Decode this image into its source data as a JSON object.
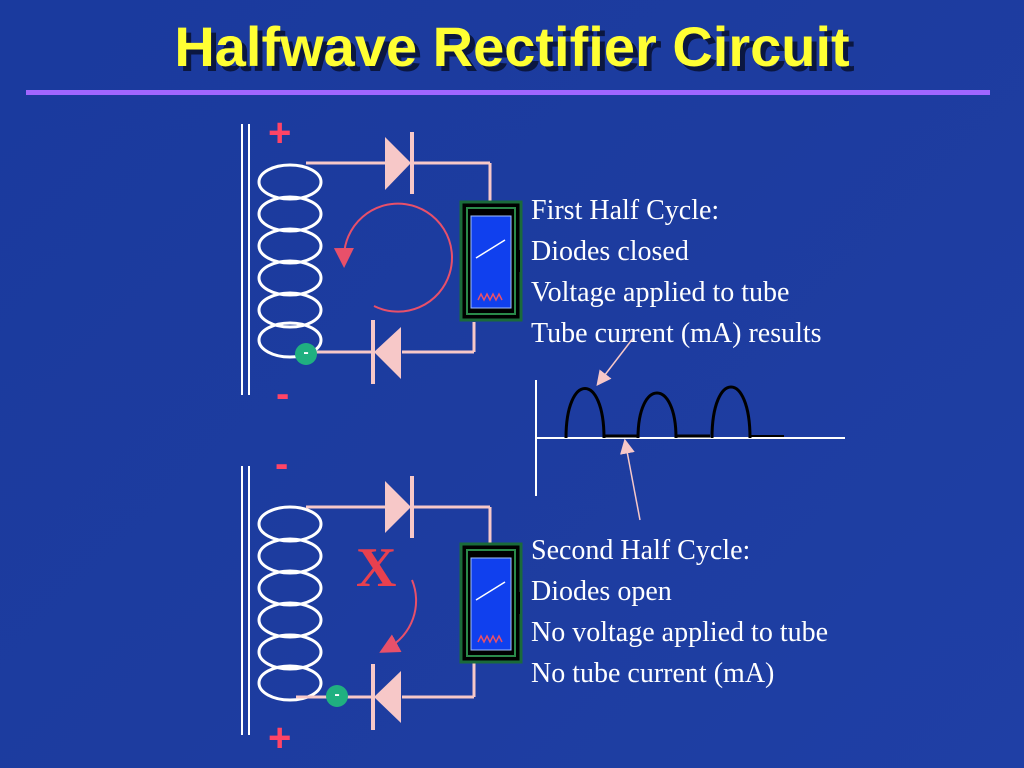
{
  "title": "Halfwave Rectifier Circuit",
  "first_half": {
    "lines": [
      "First Half Cycle:",
      "Diodes closed",
      "Voltage applied to tube",
      "Tube current (mA) results"
    ],
    "top_sign": "+",
    "bottom_sign": "-",
    "node_label": "-"
  },
  "second_half": {
    "lines": [
      "Second Half Cycle:",
      "Diodes open",
      "No voltage applied to tube",
      "No tube current (mA)"
    ],
    "top_sign": "-",
    "bottom_sign": "+",
    "node_label": "-",
    "blocked_mark": "X"
  },
  "colors": {
    "background": "#1d3c9f",
    "title": "#ffff33",
    "rule": "#a066ff",
    "wire": "#f7c8c8",
    "sign": "#ff4466",
    "tube_fill": "#1040ee",
    "tube_frame": "#1a6a3a",
    "node": "#20b080"
  },
  "icons": [
    "transformer-coil-icon",
    "diode-icon",
    "x-ray-tube-icon",
    "current-arrow-icon",
    "waveform-icon"
  ]
}
